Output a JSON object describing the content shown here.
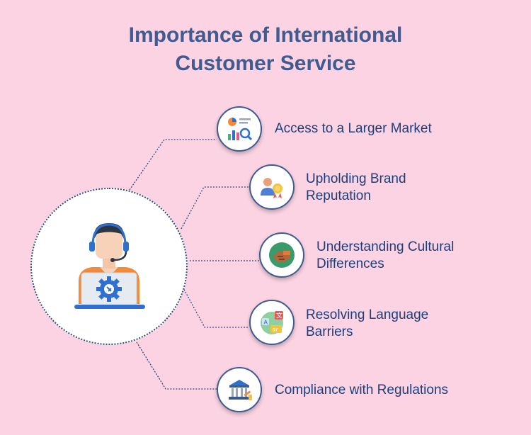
{
  "title": {
    "line1": "Importance of International",
    "line2": "Customer Service"
  },
  "hub": {
    "icon": "customer-support-agent-icon"
  },
  "items": [
    {
      "lines": [
        "Access to a Larger Market"
      ],
      "icon": "market-analytics-icon"
    },
    {
      "lines": [
        "Upholding Brand",
        "Reputation"
      ],
      "icon": "brand-reputation-icon"
    },
    {
      "lines": [
        "Understanding Cultural",
        "Differences"
      ],
      "icon": "cultural-handshake-icon"
    },
    {
      "lines": [
        "Resolving Language",
        "Barriers"
      ],
      "icon": "language-translation-icon"
    },
    {
      "lines": [
        "Compliance with Regulations"
      ],
      "icon": "regulations-courthouse-icon"
    }
  ],
  "colors": {
    "background": "#fbd3e3",
    "title": "#3f5b8f",
    "label": "#1d3e7a",
    "connector": "#2f4a78"
  }
}
